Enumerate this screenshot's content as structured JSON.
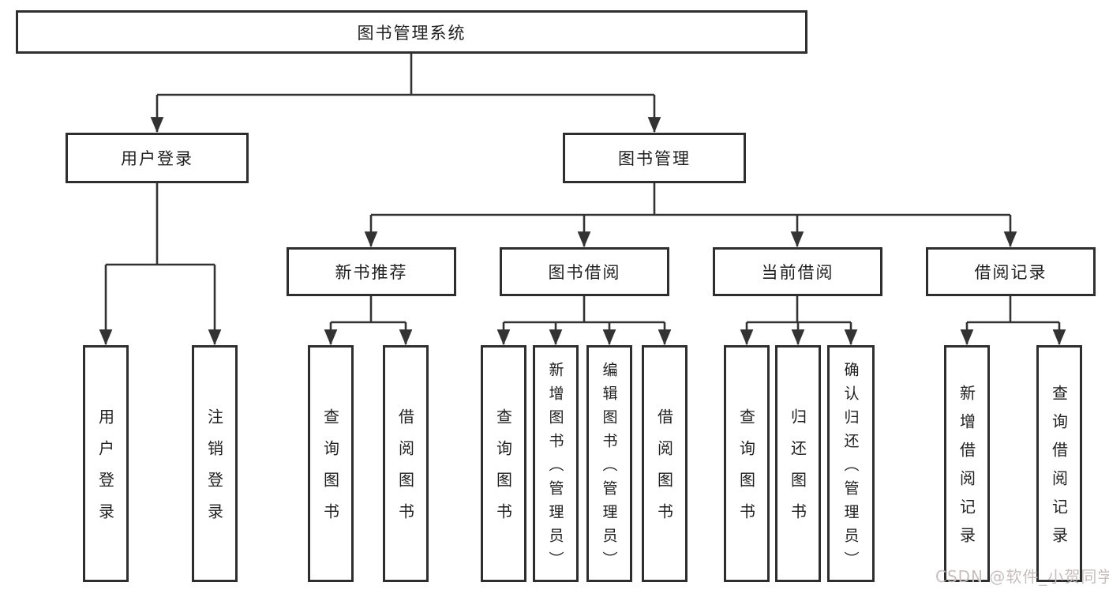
{
  "colors": {
    "line": "#333333",
    "box_border": "#2e2e2e",
    "text": "#1f1f1f",
    "watermark": "#c8bebe"
  },
  "nodes": {
    "root": "图书管理系统",
    "user_login": "用户登录",
    "book_mgmt": "图书管理",
    "new_book_rec": "新书推荐",
    "book_borrow": "图书借阅",
    "current_borrow": "当前借阅",
    "borrow_records": "借阅记录",
    "leaf_user_login": "用户登录",
    "leaf_logout": "注销登录",
    "leaf_rec_query_books": "查询图书",
    "leaf_rec_borrow_books": "借阅图书",
    "leaf_bb_query_books": "查询图书",
    "leaf_bb_add_books": "新增图书（管理员）",
    "leaf_bb_edit_books": "编辑图书（管理员）",
    "leaf_bb_borrow_books": "借阅图书",
    "leaf_cb_query_books": "查询图书",
    "leaf_cb_return_books": "归还图书",
    "leaf_cb_confirm_return": "确认归还（管理员）",
    "leaf_br_add_record": "新增借阅记录",
    "leaf_br_query_record": "查询借阅记录"
  },
  "watermark": "CSDN @软件_小贺同学"
}
